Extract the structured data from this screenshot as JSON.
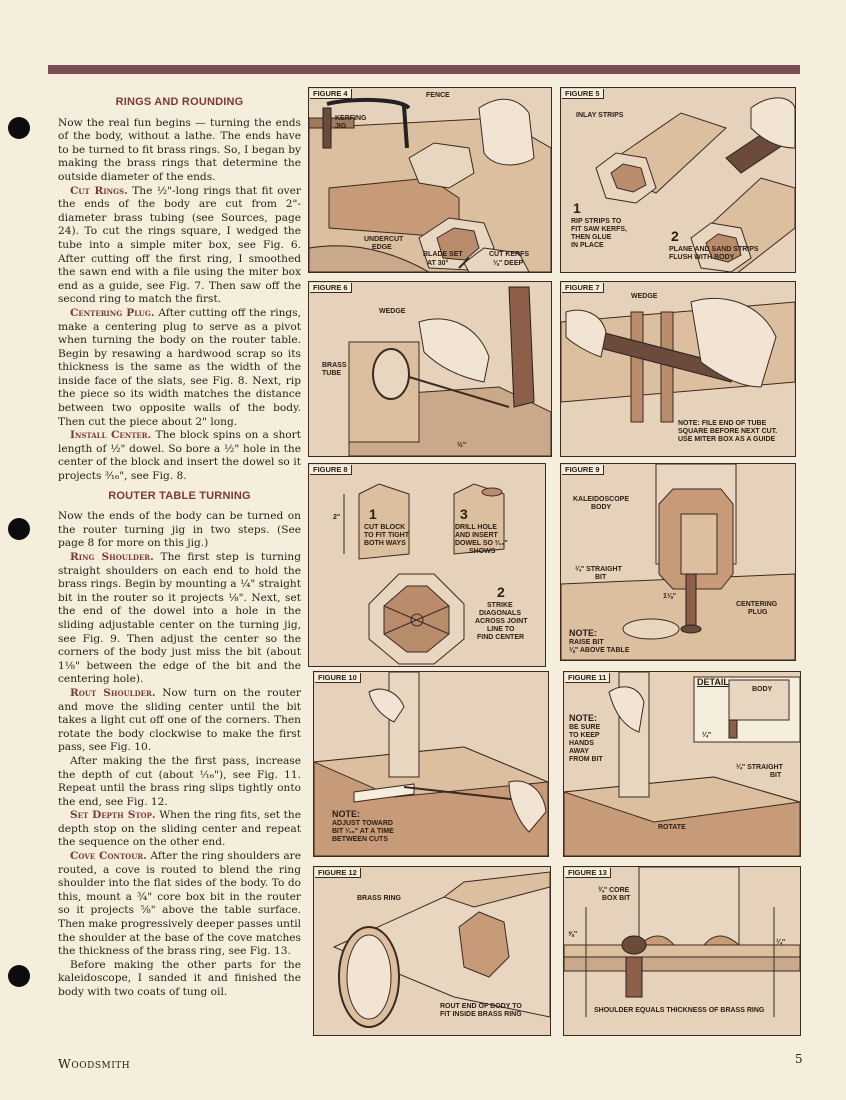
{
  "article": {
    "heading1": "RINGS AND ROUNDING",
    "p1": "Now the real fun begins — turning the ends of the body, without a lathe. The ends have to be turned to fit brass rings. So, I began by making the brass rings that determine the outside diameter of the ends.",
    "cut_rings_head": "Cut Rings.",
    "cut_rings_body": " The ½\"-long rings that fit over the ends of the body are cut from 2\"-diameter brass tubing (see Sources, page 24). To cut the rings square, I wedged the tube into a simple miter box, see Fig. 6. After cutting off the first ring, I smoothed the sawn end with a file using the miter box end as a guide, see Fig. 7. Then saw off the second ring to match the first.",
    "centering_head": "Centering Plug.",
    "centering_body": " After cutting off the rings, make a centering plug to serve as a pivot when turning the body on the router table. Begin by resawing a hardwood scrap so its thickness is the same as the width of the inside face of the slats, see Fig. 8. Next, rip the piece so its width matches the distance between two opposite walls of the body. Then cut the piece about 2\" long.",
    "install_head": "Install Center.",
    "install_body": " The block spins on a short length of ½\" dowel. So bore a ½\" hole in the center of the block and insert the dowel so it projects ³⁄₁₆\", see Fig. 8.",
    "heading2": "ROUTER TABLE TURNING",
    "p2": "Now the ends of the body can be turned on the router turning jig in two steps. (See page 8 for more on this jig.)",
    "ring_shoulder_head": "Ring Shoulder.",
    "ring_shoulder_body": " The first step is turning straight shoulders on each end to hold the brass rings. Begin by mounting a ¼\" straight bit in the router so it projects ⅛\". Next, set the end of the dowel into a hole in the sliding adjustable center on the turning jig, see Fig. 9. Then adjust the center so the corners of the body just miss the bit (about 1⅛\" between the edge of the bit and the centering hole).",
    "rout_head": "Rout Shoulder.",
    "rout_body": " Now turn on the router and move the sliding center until the bit takes a light cut off one of the corners. Then rotate the body clockwise to make the first pass, see Fig. 10.",
    "p3": "After making the the first pass, increase the depth of cut (about ¹⁄₁₆\"), see Fig. 11. Repeat until the brass ring slips tightly onto the end, see Fig. 12.",
    "depth_head": "Set Depth Stop.",
    "depth_body": " When the ring fits, set the depth stop on the sliding center and repeat the sequence on the other end.",
    "cove_head": "Cove Contour.",
    "cove_body": " After the ring shoulders are routed, a cove is routed to blend the ring shoulder into the flat sides of the body. To do this, mount a ¾\" core box bit in the router so it projects ⅝\" above the table surface. Then make progressively deeper passes until the shoulder at the base of the cove matches the thickness of the brass ring, see Fig. 13.",
    "p4": "Before making the other parts for the kaleidoscope, I sanded it and finished the body with two coats of tung oil."
  },
  "figures": {
    "fig4": {
      "title": "FIGURE 4",
      "fence": "FENCE",
      "kerfing": "KERFING",
      "jig": "JIG",
      "undercut": "UNDERCUT",
      "edge": "EDGE",
      "blade1": "BLADE SET",
      "blade2": "AT 30°",
      "kerfs1": "CUT KERFS",
      "kerfs2": "⅛\" DEEP"
    },
    "fig5": {
      "title": "FIGURE 5",
      "inlay": "INLAY STRIPS",
      "n1": "1",
      "s1a": "RIP STRIPS TO",
      "s1b": "FIT SAW KERFS,",
      "s1c": "THEN GLUE",
      "s1d": "IN PLACE",
      "n2": "2",
      "s2a": "PLANE AND SAND STRIPS",
      "s2b": "FLUSH WITH BODY"
    },
    "fig6": {
      "title": "FIGURE 6",
      "wedge": "WEDGE",
      "brass": "BRASS",
      "tube": "TUBE",
      "dim": "½\""
    },
    "fig7": {
      "title": "FIGURE 7",
      "wedge": "WEDGE",
      "note1": "NOTE: FILE END OF TUBE",
      "note2": "SQUARE BEFORE NEXT CUT.",
      "note3": "USE MITER BOX AS A GUIDE"
    },
    "fig8": {
      "title": "FIGURE 8",
      "dim": "2\"",
      "n1": "1",
      "c1a": "CUT BLOCK",
      "c1b": "TO FIT TIGHT",
      "c1c": "BOTH WAYS",
      "n3": "3",
      "c3a": "DRILL HOLE",
      "c3b": "AND INSERT",
      "c3c": "DOWEL SO ³⁄₁₆\"",
      "c3d": "SHOWS",
      "n2": "2",
      "c2a": "STRIKE",
      "c2b": "DIAGONALS",
      "c2c": "ACROSS JOINT",
      "c2d": "LINE TO",
      "c2e": "FIND CENTER"
    },
    "fig9": {
      "title": "FIGURE 9",
      "kal1": "KALEIDOSCOPE",
      "kal2": "BODY",
      "bit1": "¼\" STRAIGHT",
      "bit2": "BIT",
      "dim": "1⅛\"",
      "plug1": "CENTERING",
      "plug2": "PLUG",
      "note1": "NOTE:",
      "note2": "RAISE BIT",
      "note3": "⅛\" ABOVE TABLE"
    },
    "fig10": {
      "title": "FIGURE 10",
      "note1": "NOTE:",
      "note2": "ADJUST TOWARD",
      "note3": "BIT ¹⁄₁₆\" AT A TIME",
      "note4": "BETWEEN CUTS"
    },
    "fig11": {
      "title": "FIGURE 11",
      "detail": "DETAIL",
      "body": "BODY",
      "dim": "¼\"",
      "note1": "NOTE:",
      "note2": "BE SURE",
      "note3": "TO KEEP",
      "note4": "HANDS",
      "note5": "AWAY",
      "note6": "FROM BIT",
      "bit1": "¼\" STRAIGHT",
      "bit2": "BIT",
      "rotate": "ROTATE"
    },
    "fig12": {
      "title": "FIGURE 12",
      "ring": "BRASS RING",
      "rout1": "ROUT END OF BODY TO",
      "rout2": "FIT INSIDE BRASS RING"
    },
    "fig13": {
      "title": "FIGURE 13",
      "core1": "¾\" CORE",
      "core2": "BOX BIT",
      "dimA": "⅝\"",
      "dimB": "¼\"",
      "shoulder": "SHOULDER EQUALS THICKNESS OF BRASS RING"
    }
  },
  "footer": {
    "magazine": "Woodsmith",
    "page": "5"
  }
}
